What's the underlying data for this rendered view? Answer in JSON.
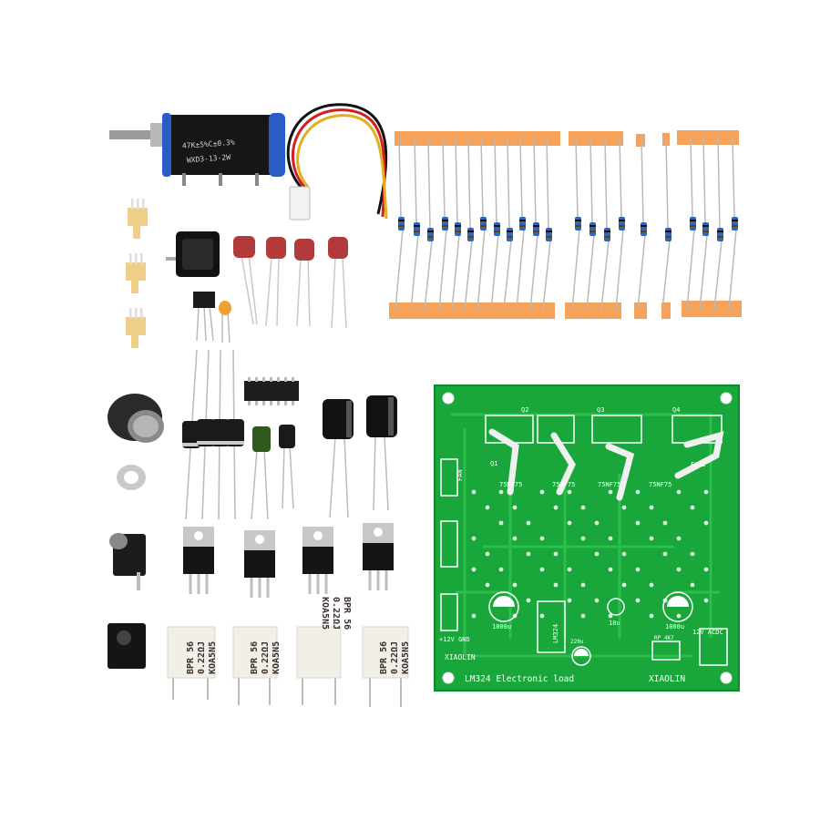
{
  "pcb": {
    "title": "LM324 Electronic load",
    "brand": "XIAOLIN",
    "brand_left": "XIAOLIN",
    "power_label": "12V ACDC",
    "gnd_label": "+12V GND",
    "fan_label": "FAN2",
    "fan_left": "FAN",
    "rp_label": "RP 4K7",
    "ic_label": "LM324",
    "q_labels": [
      "Q1",
      "Q2",
      "Q3",
      "Q4"
    ],
    "mosfet_label": "75NF75",
    "cap_labels": [
      "1000u",
      "1000u",
      "10u",
      "220u"
    ]
  },
  "potentiometer": {
    "label_line1": "47K±5%C±0.3%",
    "label_line2": "WXD3-13-2W"
  },
  "power_resistors": [
    {
      "line1": "BPR 56",
      "line2": "0.22ΩJ",
      "line3": "KOA5N5"
    },
    {
      "line1": "BPR 56",
      "line2": "0.22ΩJ",
      "line3": "KOA5N5"
    },
    {
      "line1": "BPR 56",
      "line2": "0.22ΩJ",
      "line3": "KOA5N5"
    },
    {
      "line1": "BPR 56",
      "line2": "0.22ΩJ",
      "line3": "KOA5N5"
    }
  ],
  "colors": {
    "pcb_green": "#19a63a",
    "tape_orange": "#f5a25a",
    "pot_blue": "#2a5cc8",
    "film_cap_red": "#b23a3a"
  }
}
